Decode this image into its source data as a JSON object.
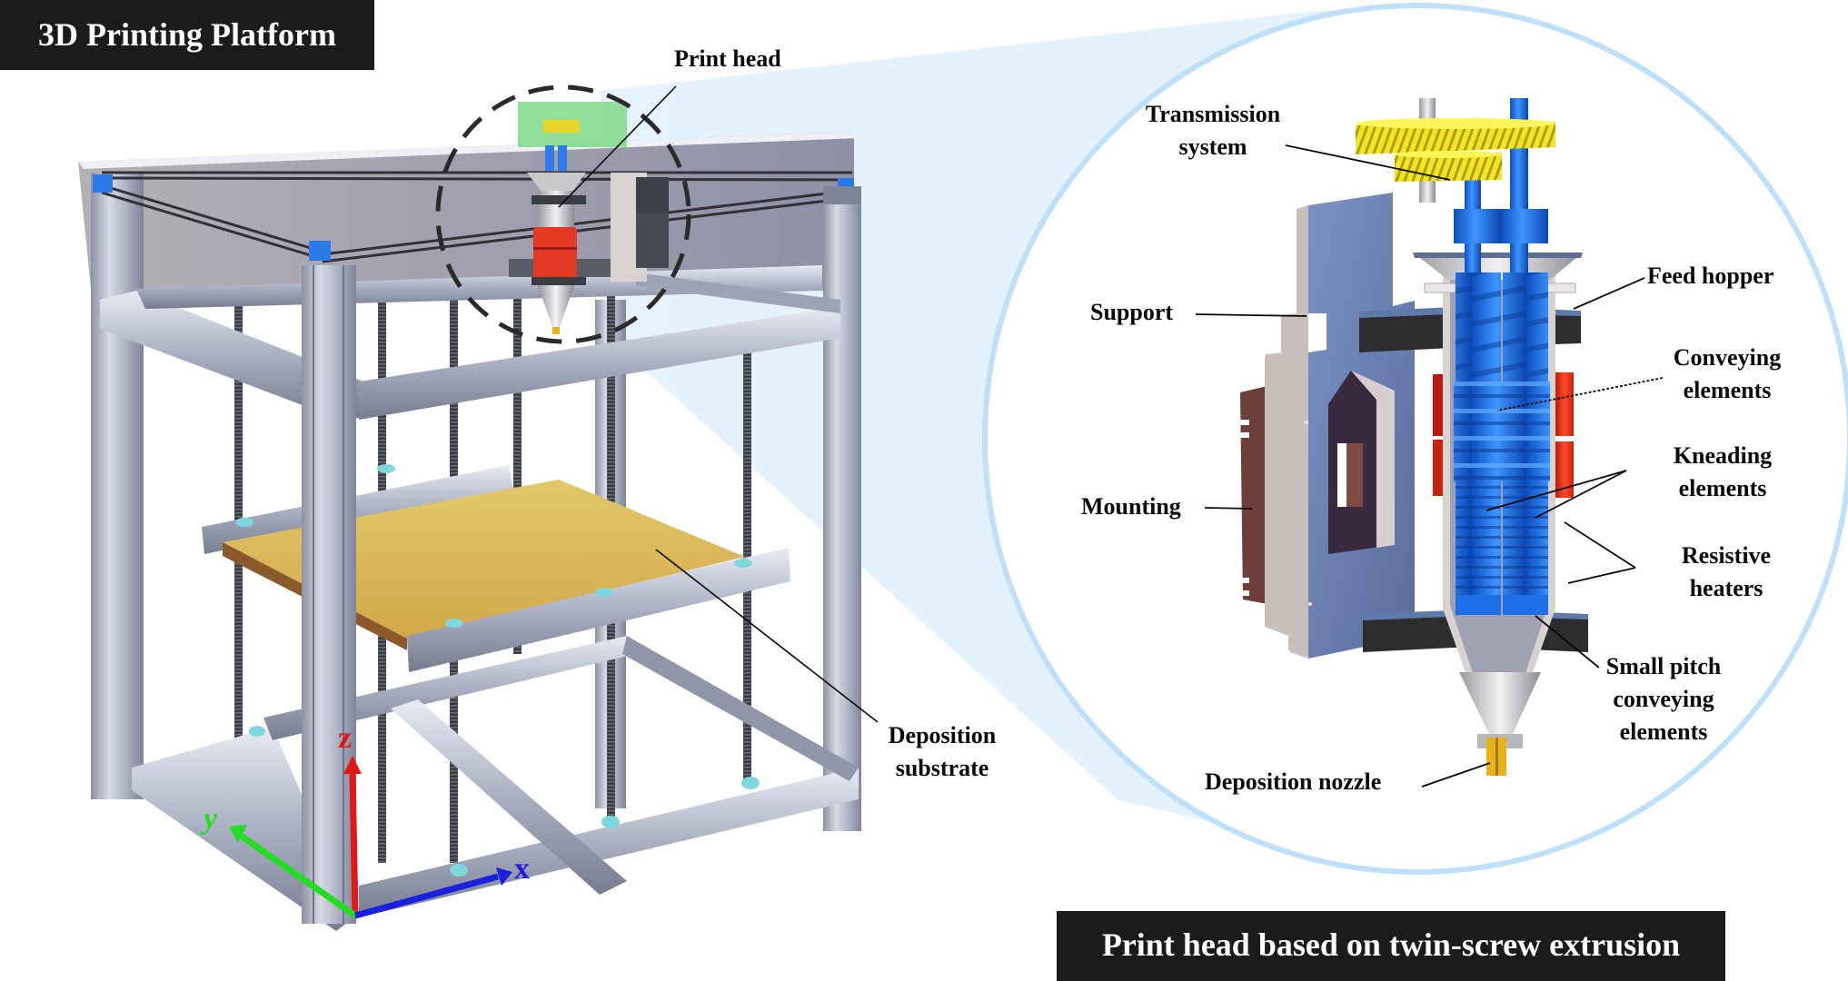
{
  "figure": {
    "left_panel_title": "3D Printing Platform",
    "right_panel_caption": "Print head based on twin-screw extrusion"
  },
  "platform_labels": {
    "print_head": "Print head",
    "deposition_substrate_line1": "Deposition",
    "deposition_substrate_line2": "substrate"
  },
  "axes": {
    "x": "x",
    "y": "y",
    "z": "z",
    "colors": {
      "x": "#1a1fe0",
      "y": "#22dd22",
      "z": "#e01818"
    }
  },
  "print_head_labels": {
    "transmission_line1": "Transmission",
    "transmission_line2": "system",
    "support": "Support",
    "mounting": "Mounting",
    "feed_hopper": "Feed hopper",
    "conveying_line1": "Conveying",
    "conveying_line2": "elements",
    "kneading_line1": "Kneading",
    "kneading_line2": "elements",
    "heaters_line1": "Resistive",
    "heaters_line2": "heaters",
    "small_pitch_line1": "Small pitch",
    "small_pitch_line2": "conveying",
    "small_pitch_line3": "elements",
    "nozzle": "Deposition nozzle"
  },
  "colors": {
    "caption_bg": "#1b1b1b",
    "frame_aluminum": "#a9aec0",
    "substrate": "#d9b45a",
    "screw_blue": "#1f6fe6",
    "gear_yellow": "#f2e21a",
    "heater_red": "#e8391e",
    "zoom_circle": "#bfe0fb"
  }
}
